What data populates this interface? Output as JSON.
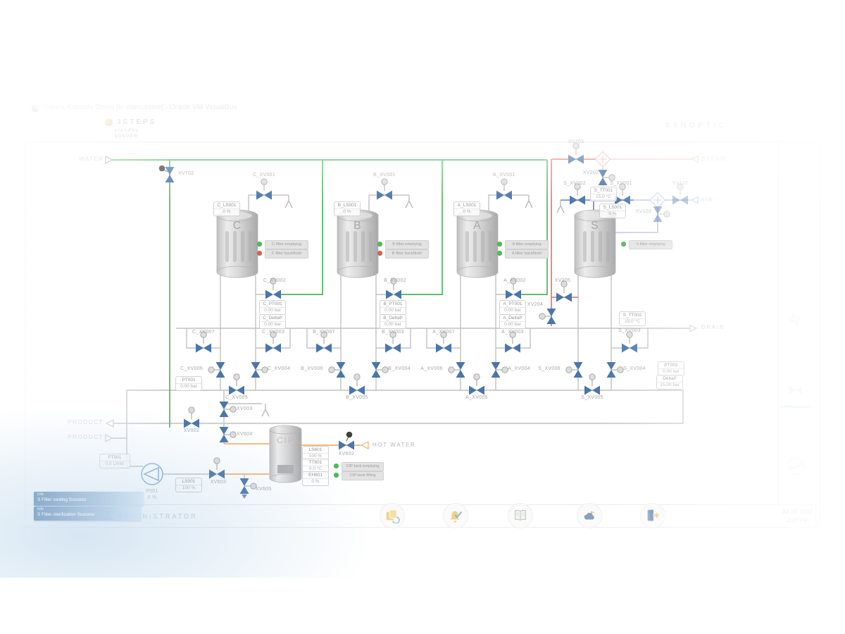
{
  "window": {
    "title": "Solaris Kubuntu Demo [In esecuzione] - Oracle VM VirtualBox"
  },
  "header": {
    "brand": "3STEPS",
    "status": "standby",
    "timer": "00h00m",
    "page": "SYNOPTIC"
  },
  "tanks": {
    "c": "C",
    "b": "B",
    "a": "A",
    "s": "S",
    "cip": "CIP"
  },
  "streams": {
    "water": "WATER",
    "product_out": "PRODUCT",
    "product_in": "PRODUCT",
    "hot_water": "HOT WATER",
    "steam": "STEAM",
    "air": "AIR",
    "drain": "DRAIN"
  },
  "valves": {
    "c_xv001": "C_XV001",
    "c_xv002": "C_XV002",
    "c_xv003": "C_XV003",
    "c_xv004": "C_XV004",
    "c_xv005": "C_XV005",
    "c_xv006": "C_XV006",
    "c_xv007": "C_XV007",
    "b_xv001": "B_XV001",
    "b_xv002": "B_XV002",
    "b_xv003": "B_XV003",
    "b_xv004": "B_XV004",
    "b_xv005": "B_XV005",
    "b_xv006": "B_XV006",
    "b_xv007": "B_XV007",
    "a_xv001": "A_XV001",
    "a_xv002": "A_XV002",
    "a_xv003": "A_XV003",
    "a_xv004": "A_XV004",
    "a_xv005": "A_XV005",
    "a_xv006": "A_XV006",
    "a_xv007": "A_XV007",
    "s_xv001": "S_XV001",
    "s_xv002": "S_XV002",
    "s_xv003": "S_XV003",
    "s_xv004": "S_XV004",
    "s_xv005": "S_XV005",
    "s_xv006": "S_XV006",
    "xv702": "XV702",
    "xv203": "XV203",
    "xv202": "XV202",
    "xv102": "XV102",
    "xv103": "XV103",
    "xv204": "XV204",
    "xv205": "XV205",
    "xv002": "XV002",
    "xv003": "XV003",
    "xv604": "XV604",
    "xv602": "XV602",
    "xv603": "XV603",
    "xv605": "XV605"
  },
  "instruments": {
    "c_ls001": {
      "name": "C_LS001",
      "value": "0 %"
    },
    "b_ls001": {
      "name": "B_LS001",
      "value": "0 %"
    },
    "a_ls001": {
      "name": "A_LS001",
      "value": "0 %"
    },
    "s_ls001": {
      "name": "S_LS001",
      "value": "0 %"
    },
    "s_tt001": {
      "name": "S_TT001",
      "value": "15.0 °C"
    },
    "s_tt002": {
      "name": "S_TT002",
      "value": "15.0 °C"
    },
    "c_pt001": {
      "name": "C_PT001",
      "value": "0.00 bar"
    },
    "c_deltap": {
      "name": "C_DeltaP",
      "value": "0.00 bar"
    },
    "b_pt001": {
      "name": "B_PT001",
      "value": "0.00 bar"
    },
    "b_deltap": {
      "name": "B_DeltaP",
      "value": "0.00 bar"
    },
    "a_pt001": {
      "name": "A_PT001",
      "value": "0.00 bar"
    },
    "a_deltap": {
      "name": "A_DeltaP",
      "value": "0.00 bar"
    },
    "pt001": {
      "name": "PT001",
      "value": "0.00 bar"
    },
    "pt002": {
      "name": "PT002",
      "value": "0.00 bar"
    },
    "deltap": {
      "name": "DeltaP",
      "value": "15.00 bar"
    },
    "ft001": {
      "name": "FT001",
      "value": "0.0 L/min"
    },
    "ls001": {
      "name": "LS001",
      "value": "100 %"
    },
    "ls601": {
      "name": "LS601",
      "value": "100 %"
    },
    "tt601": {
      "name": "TT601",
      "value": "0.0 °C"
    },
    "eh601": {
      "name": "EH601",
      "value": "0 %"
    }
  },
  "pump": {
    "name": "P001",
    "value": "0 %"
  },
  "indicators": {
    "c_empty": {
      "label": "C filter emptying",
      "color": "green"
    },
    "c_back": {
      "label": "C filter backflush",
      "color": "red"
    },
    "b_empty": {
      "label": "B filter emptying",
      "color": "green"
    },
    "b_back": {
      "label": "B filter backflush",
      "color": "red"
    },
    "a_empty": {
      "label": "A filter emptying",
      "color": "green"
    },
    "a_back": {
      "label": "A filter backflush",
      "color": "green"
    },
    "s_empty": {
      "label": "S filter emptying",
      "color": "green"
    },
    "cip_empty": {
      "label": "CIP tank emptying",
      "color": "green"
    },
    "cip_fill": {
      "label": "CIP tank filling",
      "color": "green"
    }
  },
  "toasts": [
    {
      "level": "Info",
      "message": "S Filter cooling Success"
    },
    {
      "level": "Info",
      "message": "S Filter sterilization Success"
    }
  ],
  "footer": {
    "user": "ADMINISTRATOR",
    "date": "Jul 18, 2022",
    "time": "2:08 PM",
    "buttons": [
      "recipes-icon",
      "alarm-ack-icon",
      "report-icon",
      "cloud-icon",
      "logout-icon"
    ]
  },
  "colors": {
    "green": "#43b452",
    "red": "#e25449",
    "valve_blue": "#2a5f9e",
    "blue": "#5c79cf",
    "orange": "#f0a455"
  }
}
